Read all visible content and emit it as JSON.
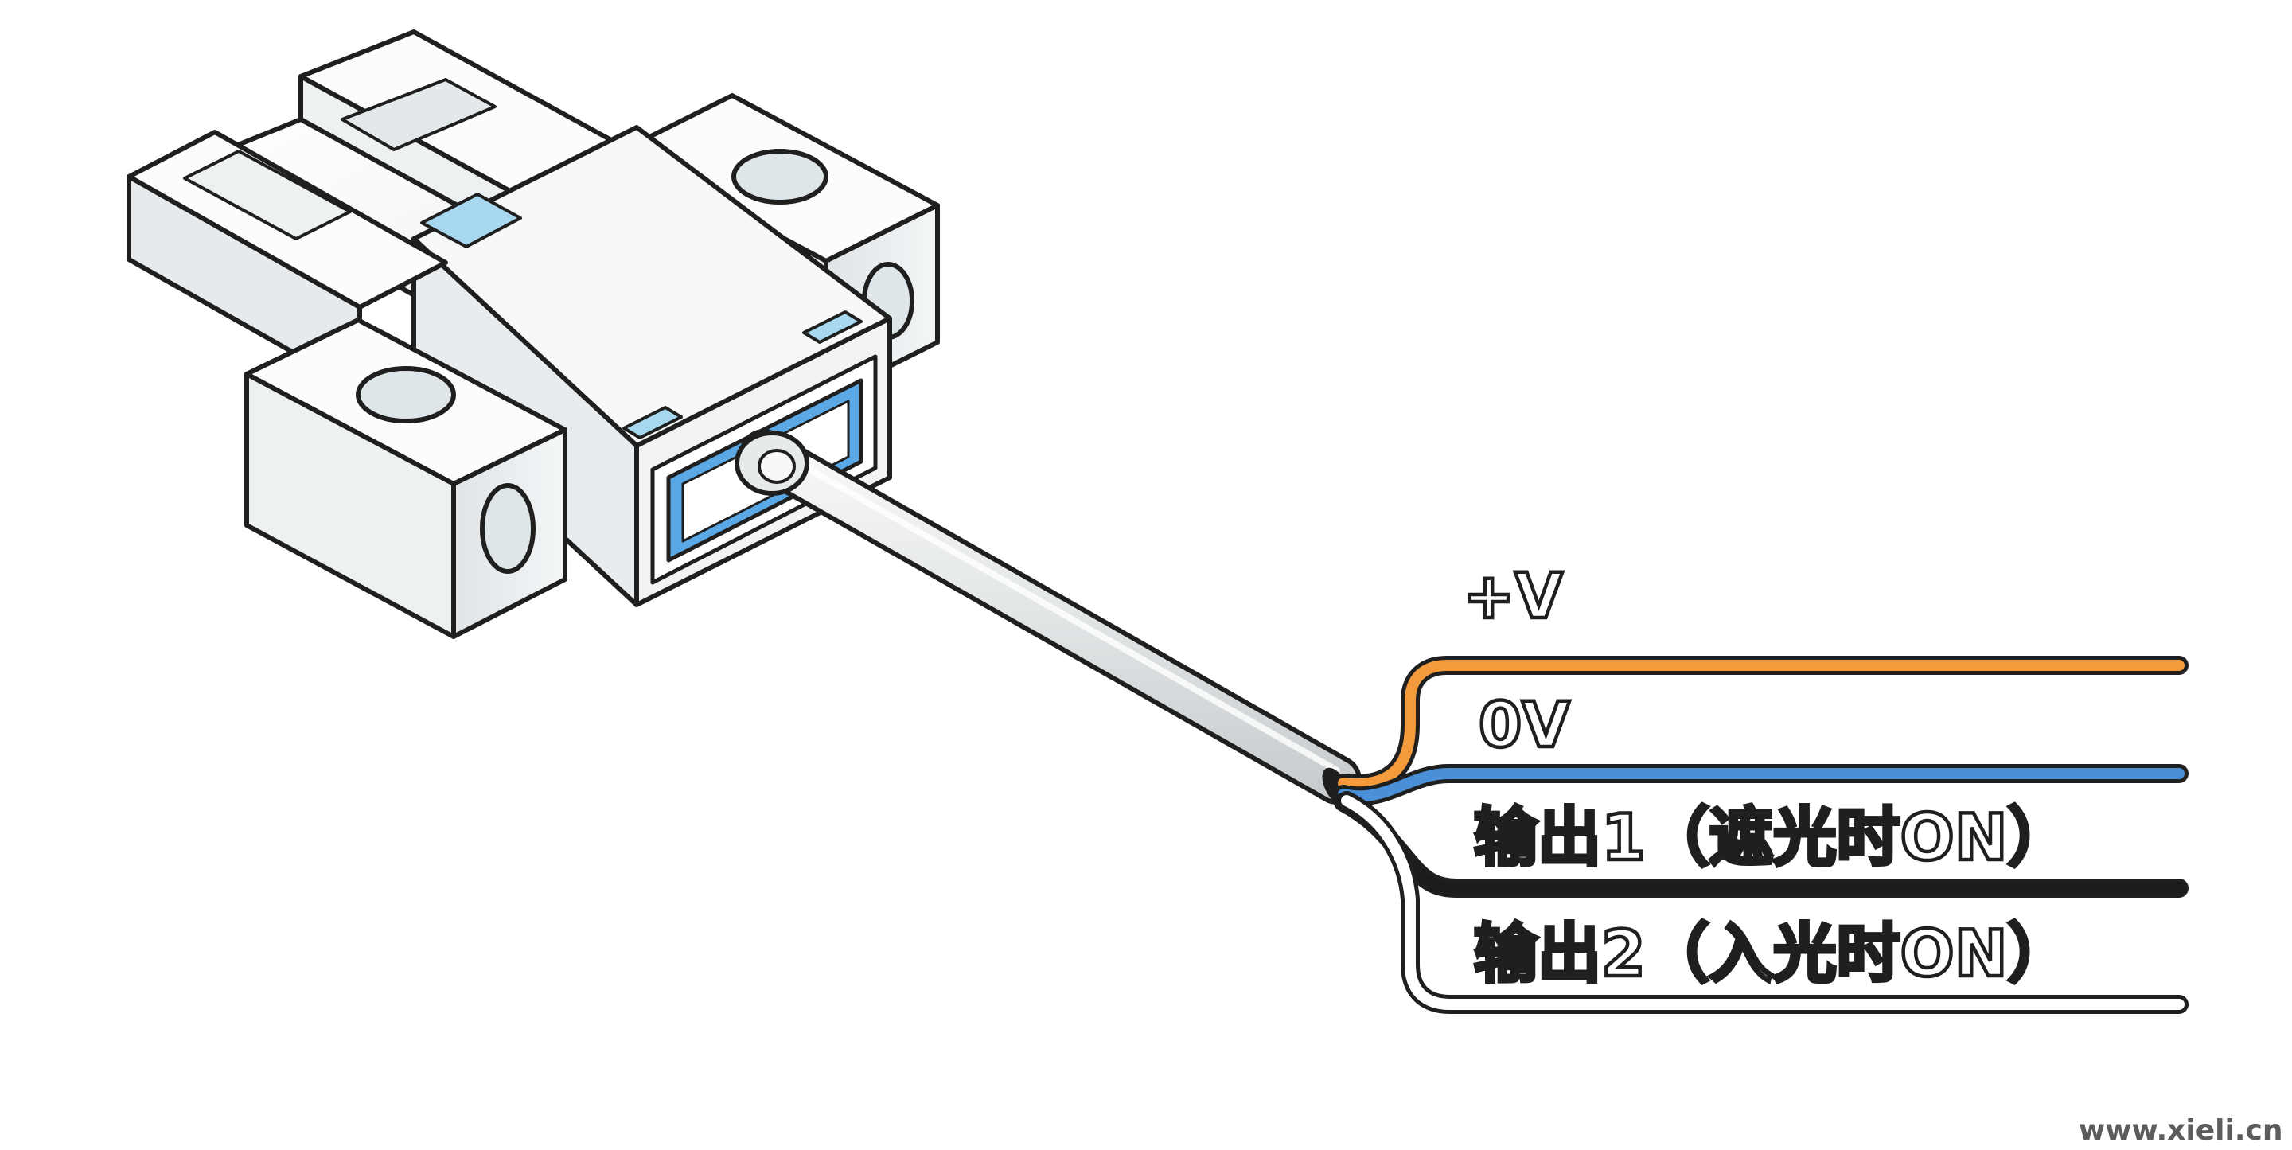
{
  "diagram": {
    "wires": [
      {
        "label": "+V",
        "color": "#f39a3c"
      },
      {
        "label": "0V",
        "color": "#4a90d9"
      },
      {
        "label": "输出1（遮光时ON）",
        "color": "#1c1c1c"
      },
      {
        "label": "输出2（入光时ON）",
        "color": "#ffffff"
      }
    ],
    "watermark": "www.xieli.cn",
    "colors": {
      "body": "#f2f4f5",
      "outline": "#1f1f1f",
      "accent_blue": "#5aa9e6",
      "cable": "#e8eaeb"
    },
    "icons": [
      "photoelectric-sensor-icon",
      "cable-icon"
    ]
  }
}
